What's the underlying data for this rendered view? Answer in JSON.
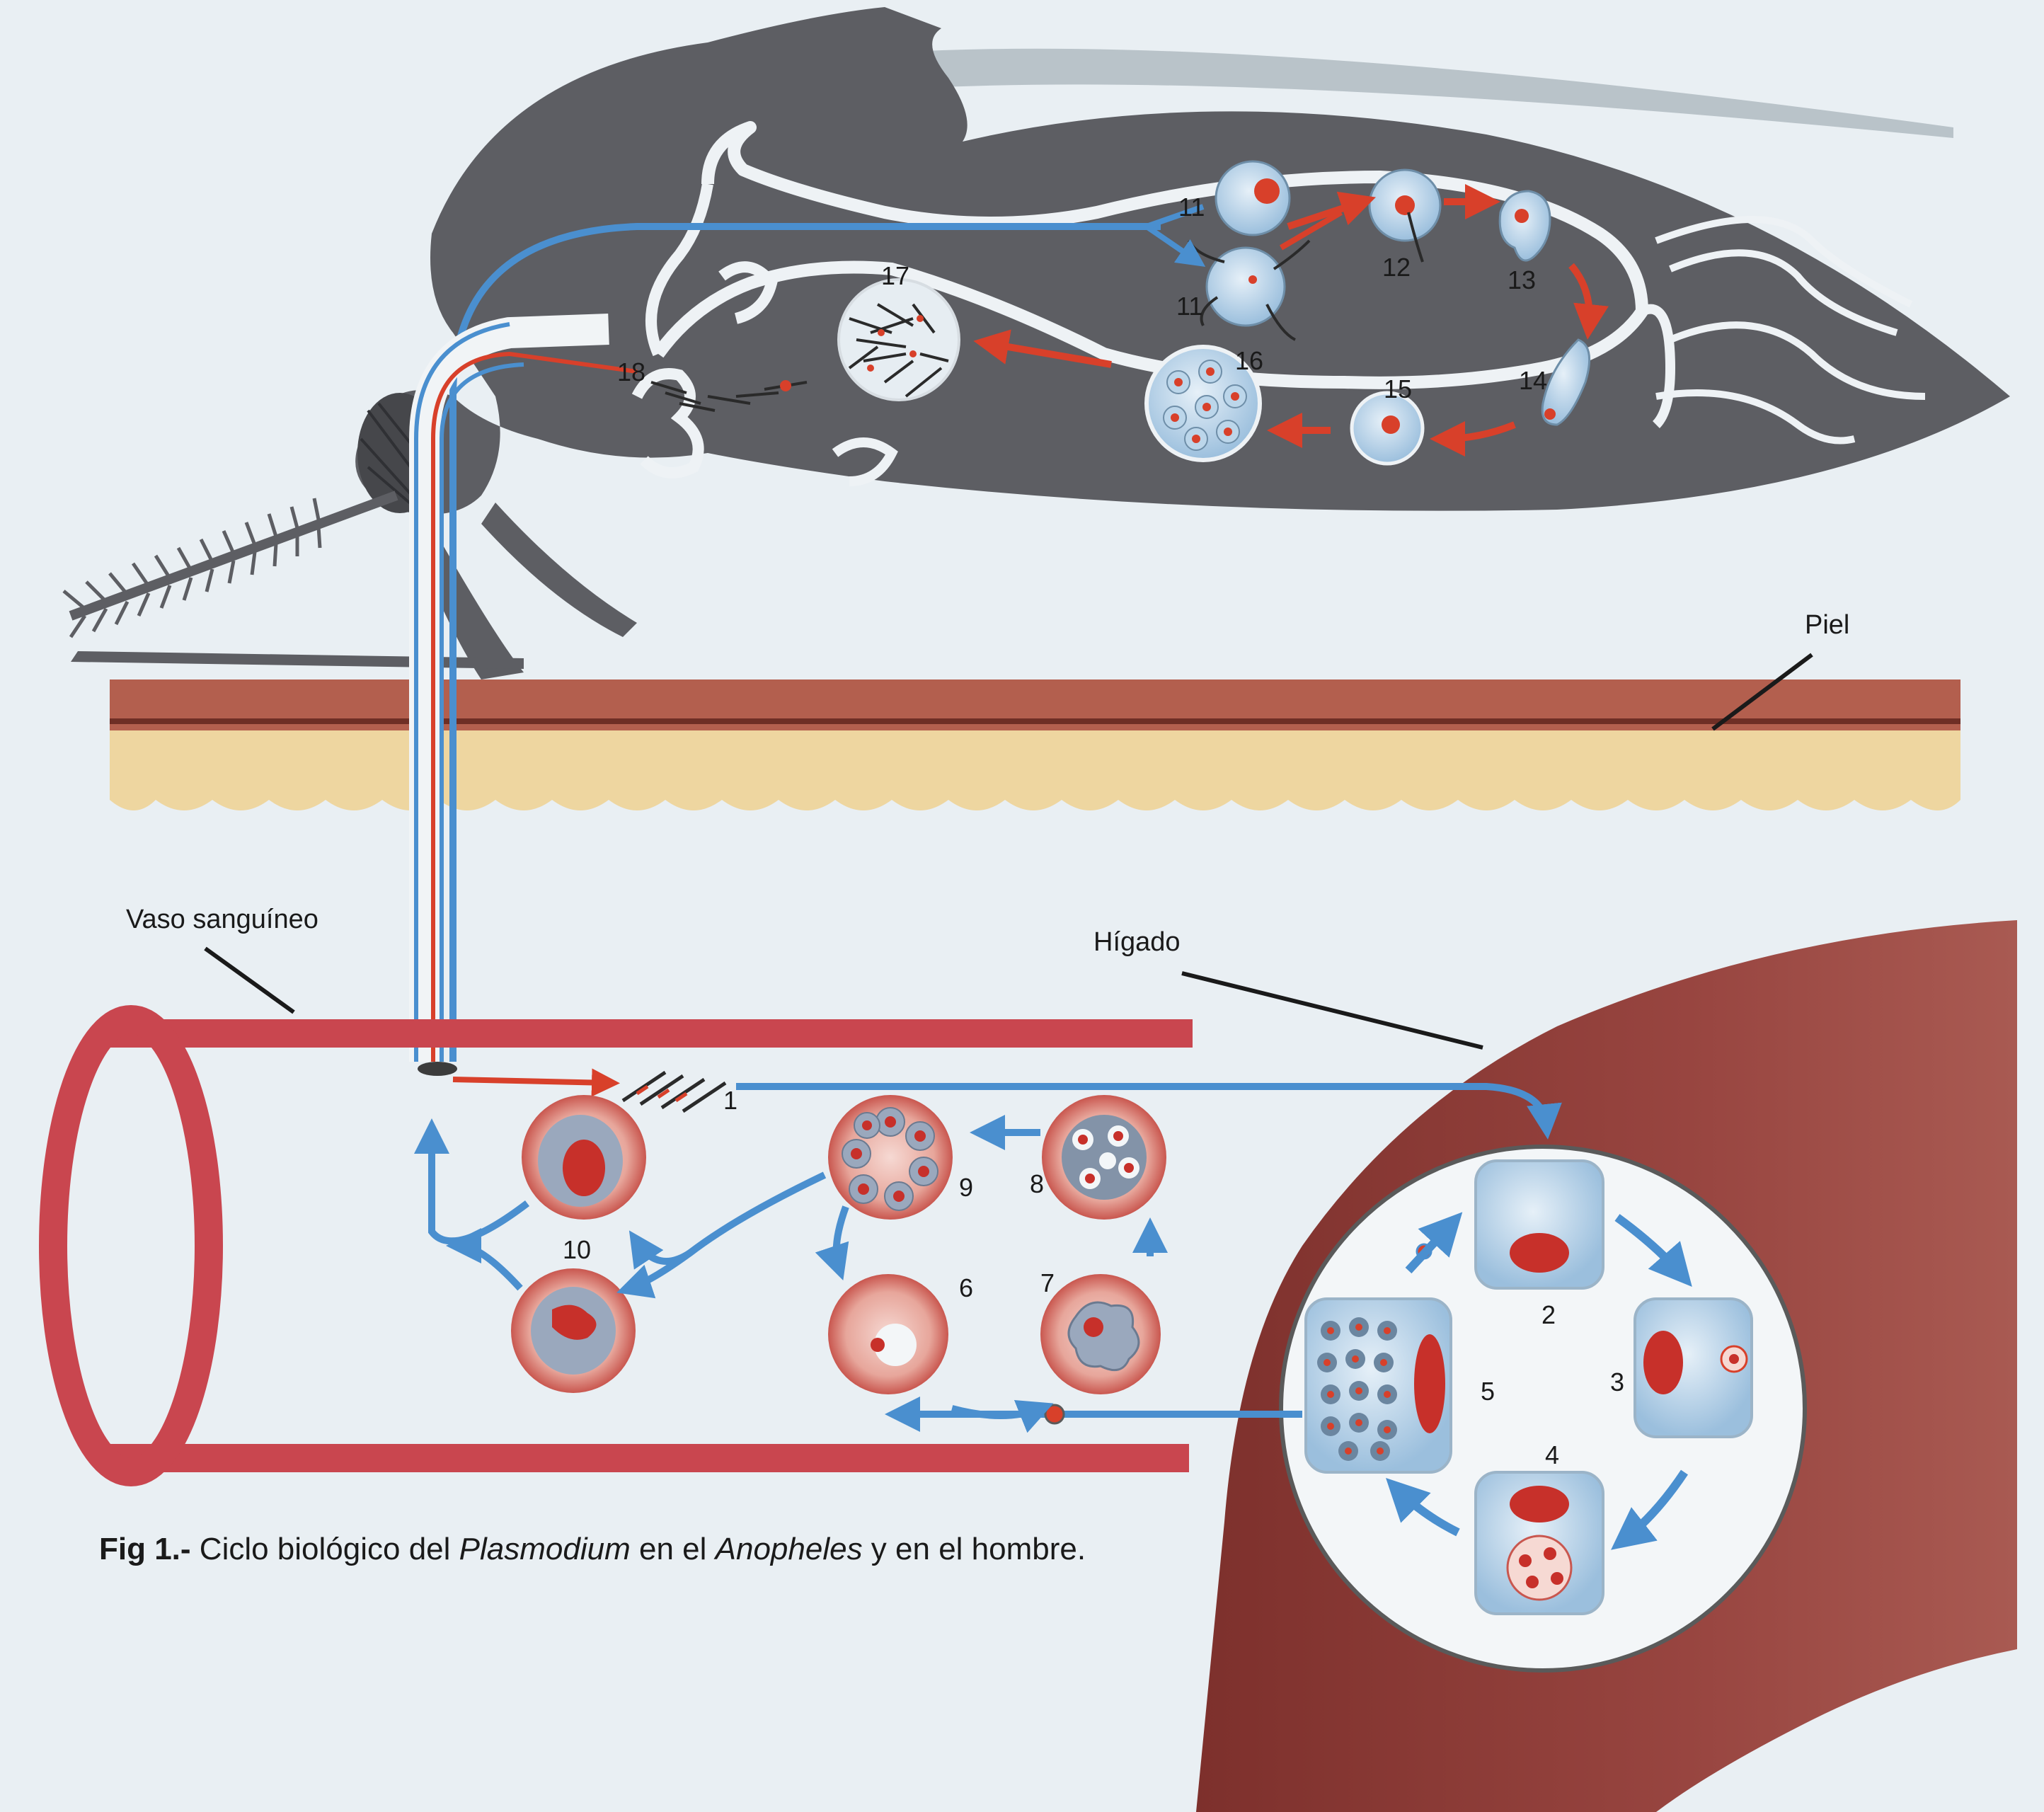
{
  "labels": {
    "piel": "Piel",
    "vaso": "Vaso sanguíneo",
    "higado": "Hígado"
  },
  "stage_numbers": {
    "n1": "1",
    "n2": "2",
    "n3": "3",
    "n4": "4",
    "n5": "5",
    "n6": "6",
    "n7": "7",
    "n8": "8",
    "n9": "9",
    "n10": "10",
    "n11a": "11",
    "n11b": "11",
    "n12": "12",
    "n13": "13",
    "n14": "14",
    "n15": "15",
    "n16": "16",
    "n17": "17",
    "n18": "18"
  },
  "caption": {
    "prefix": "Fig 1.-",
    "text1": " Ciclo biológico del ",
    "genus1": "Plasmodium",
    "text2": " en el ",
    "genus2": "Anopheles",
    "text3": " y en el hombre."
  },
  "colors": {
    "background": "#e9eff3",
    "mosquito": "#5d5e63",
    "skin_top": "#b35f4e",
    "skin_fat": "#eed6a0",
    "vessel": "#c9464f",
    "liver": "#8d3a35",
    "arrow_blue": "#4a8fcf",
    "arrow_red": "#d8402a",
    "cell_blue": "#bcd6ea",
    "rbc": "#e8a79d"
  }
}
